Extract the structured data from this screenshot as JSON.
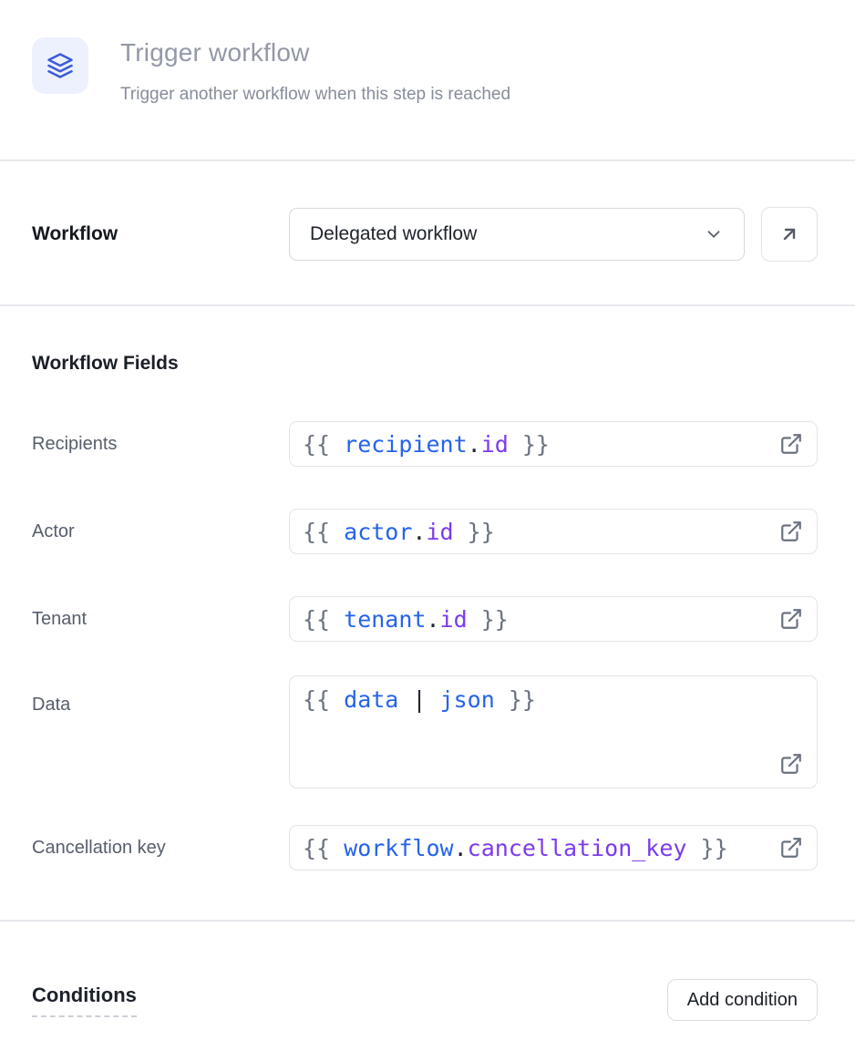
{
  "header": {
    "icon": "layers-icon",
    "title": "Trigger workflow",
    "subtitle": "Trigger another workflow when this step is reached"
  },
  "workflow": {
    "label": "Workflow",
    "selected_value": "Delegated workflow",
    "dropdown_icon": "chevron-down-icon",
    "open_workflow_icon": "arrow-up-right-icon"
  },
  "fields": {
    "heading": "Workflow Fields",
    "external_link_icon": "external-link-icon",
    "rows": [
      {
        "label": "Recipients",
        "tokens": [
          {
            "text": "{{ ",
            "type": "punct"
          },
          {
            "text": "recipient",
            "type": "var"
          },
          {
            "text": ".",
            "type": "dot"
          },
          {
            "text": "id",
            "type": "prop"
          },
          {
            "text": " }}",
            "type": "punct"
          }
        ]
      },
      {
        "label": "Actor",
        "tokens": [
          {
            "text": "{{ ",
            "type": "punct"
          },
          {
            "text": "actor",
            "type": "var"
          },
          {
            "text": ".",
            "type": "dot"
          },
          {
            "text": "id",
            "type": "prop"
          },
          {
            "text": " }}",
            "type": "punct"
          }
        ]
      },
      {
        "label": "Tenant",
        "tokens": [
          {
            "text": "{{ ",
            "type": "punct"
          },
          {
            "text": "tenant",
            "type": "var"
          },
          {
            "text": ".",
            "type": "dot"
          },
          {
            "text": "id",
            "type": "prop"
          },
          {
            "text": " }}",
            "type": "punct"
          }
        ]
      },
      {
        "label": "Data",
        "tokens": [
          {
            "text": "{{ ",
            "type": "punct"
          },
          {
            "text": "data",
            "type": "var"
          },
          {
            "text": " ",
            "type": "punct"
          },
          {
            "text": "|",
            "type": "dot"
          },
          {
            "text": " ",
            "type": "punct"
          },
          {
            "text": "json",
            "type": "var"
          },
          {
            "text": " }}",
            "type": "punct"
          }
        ]
      },
      {
        "label": "Cancellation key",
        "tokens": [
          {
            "text": "{{ ",
            "type": "punct"
          },
          {
            "text": "workflow",
            "type": "var"
          },
          {
            "text": ".",
            "type": "dot"
          },
          {
            "text": "cancellation_key",
            "type": "prop"
          },
          {
            "text": " }}",
            "type": "punct"
          }
        ]
      }
    ]
  },
  "conditions": {
    "heading": "Conditions",
    "add_button_label": "Add condition"
  },
  "colors": {
    "icon_accent": "#3b5bdb",
    "icon_background": "#edf1fe",
    "code_variable": "#2563eb",
    "code_property": "#7c3aed",
    "code_punctuation": "#6b7280",
    "divider": "#e7e8ec"
  }
}
